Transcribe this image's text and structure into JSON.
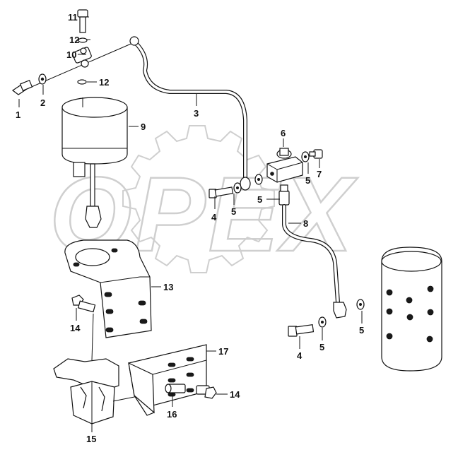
{
  "watermark": {
    "text": "OPEX"
  },
  "callouts": {
    "c1": "1",
    "c2": "2",
    "c3": "3",
    "c4a": "4",
    "c4b": "4",
    "c5a": "5",
    "c5b": "5",
    "c5c": "5",
    "c5d": "5",
    "c5e": "5",
    "c6": "6",
    "c7": "7",
    "c8": "8",
    "c9": "9",
    "c10": "10",
    "c11": "11",
    "c12a": "12",
    "c12b": "12",
    "c13": "13",
    "c14a": "14",
    "c14b": "14",
    "c15": "15",
    "c16": "16",
    "c17": "17"
  }
}
